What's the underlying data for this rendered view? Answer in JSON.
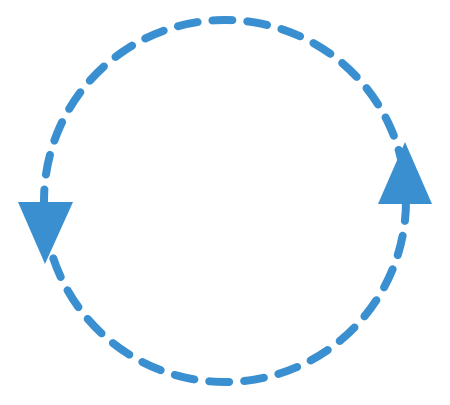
{
  "diagram": {
    "kind": "cycle",
    "stroke_style": "dashed",
    "color": "#3a8fd0",
    "arrows": [
      {
        "name": "right-arrow-up-icon",
        "direction": "up"
      },
      {
        "name": "left-arrow-down-icon",
        "direction": "down"
      }
    ]
  }
}
